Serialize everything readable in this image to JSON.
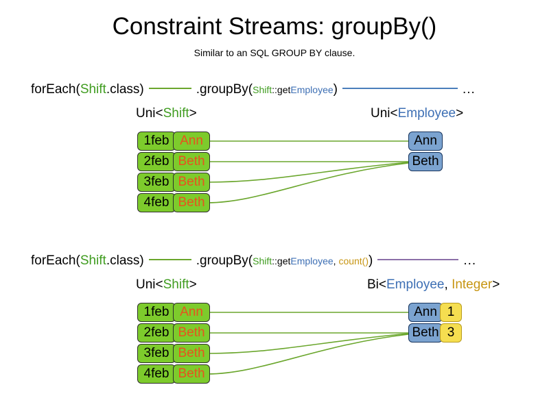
{
  "header": {
    "title": "Constraint Streams: groupBy()",
    "subtitle": "Similar to an SQL GROUP BY clause."
  },
  "colors": {
    "shift_green": "#3f9c1f",
    "employee_blue": "#3d6fb4",
    "integer_gold": "#c79512",
    "box_green": "#7dcb2c",
    "box_blue": "#7ba3d0",
    "box_yellow": "#f5de50",
    "name_orange": "#e8521e",
    "wire_green": "#6aa62c",
    "wire_blue": "#4a7ebb",
    "wire_purple": "#8b6fa8"
  },
  "sections": [
    {
      "id": "groupby-single",
      "code": {
        "foreach_pre": "forEach(",
        "foreach_type": "Shift",
        "foreach_post": ".class)",
        "groupby_pre": ".groupBy(",
        "arg_type": "Shift",
        "arg_sep": "::get",
        "arg_prop": "Employee",
        "groupby_post": ")",
        "trailing_dots": "...",
        "trailing_line_color": "blue"
      },
      "left_caption": {
        "prefix": "Uni<",
        "type": "Shift",
        "suffix": ">"
      },
      "right_caption": {
        "prefix": "Uni<",
        "type": "Employee",
        "suffix": ">"
      },
      "left_rows": [
        {
          "date": "1feb",
          "name": "Ann"
        },
        {
          "date": "2feb",
          "name": "Beth"
        },
        {
          "date": "3feb",
          "name": "Beth"
        },
        {
          "date": "4feb",
          "name": "Beth"
        }
      ],
      "right_rows": [
        {
          "employee": "Ann"
        },
        {
          "employee": "Beth"
        }
      ],
      "mapping": [
        0,
        1,
        1,
        1
      ]
    },
    {
      "id": "groupby-count",
      "code": {
        "foreach_pre": "forEach(",
        "foreach_type": "Shift",
        "foreach_post": ".class)",
        "groupby_pre": ".groupBy(",
        "arg_type": "Shift",
        "arg_sep": "::get",
        "arg_prop": "Employee",
        "arg_comma": ", ",
        "arg_collector": "count()",
        "groupby_post": ")",
        "trailing_dots": "...",
        "trailing_line_color": "purple"
      },
      "left_caption": {
        "prefix": "Uni<",
        "type": "Shift",
        "suffix": ">"
      },
      "right_caption": {
        "prefix": "Bi<",
        "type": "Employee",
        "comma": ", ",
        "type2": "Integer",
        "suffix": ">"
      },
      "left_rows": [
        {
          "date": "1feb",
          "name": "Ann"
        },
        {
          "date": "2feb",
          "name": "Beth"
        },
        {
          "date": "3feb",
          "name": "Beth"
        },
        {
          "date": "4feb",
          "name": "Beth"
        }
      ],
      "right_rows": [
        {
          "employee": "Ann",
          "count": "1"
        },
        {
          "employee": "Beth",
          "count": "3"
        }
      ],
      "mapping": [
        0,
        1,
        1,
        1
      ]
    }
  ]
}
